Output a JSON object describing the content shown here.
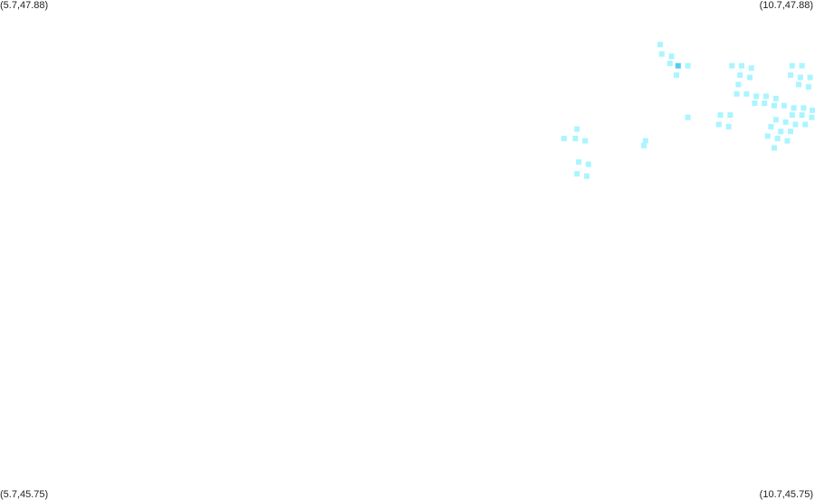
{
  "map": {
    "corner_labels": {
      "top_left": "(5.7,47.88)",
      "top_right": "(10.7,47.88)",
      "bottom_left": "(5.7,45.75)",
      "bottom_right": "(10.7,45.75)"
    },
    "bounds": {
      "lon_min": 5.7,
      "lon_max": 10.7,
      "lat_min": 45.75,
      "lat_max": 47.88
    },
    "colors": {
      "point": "#aaf5ff",
      "highlight": "#55ccee",
      "background": "#ffffff"
    },
    "points": [
      {
        "lon": 9.75,
        "lat": 47.69
      },
      {
        "lon": 9.76,
        "lat": 47.65
      },
      {
        "lon": 9.82,
        "lat": 47.64
      },
      {
        "lon": 9.81,
        "lat": 47.61
      },
      {
        "lon": 9.86,
        "lat": 47.6,
        "highlight": true
      },
      {
        "lon": 9.92,
        "lat": 47.6
      },
      {
        "lon": 9.85,
        "lat": 47.56
      },
      {
        "lon": 10.19,
        "lat": 47.6
      },
      {
        "lon": 10.25,
        "lat": 47.6
      },
      {
        "lon": 10.31,
        "lat": 47.59
      },
      {
        "lon": 10.24,
        "lat": 47.56
      },
      {
        "lon": 10.3,
        "lat": 47.55
      },
      {
        "lon": 10.23,
        "lat": 47.52
      },
      {
        "lon": 10.22,
        "lat": 47.48
      },
      {
        "lon": 10.28,
        "lat": 47.48
      },
      {
        "lon": 10.34,
        "lat": 47.47
      },
      {
        "lon": 10.4,
        "lat": 47.47
      },
      {
        "lon": 10.46,
        "lat": 47.46
      },
      {
        "lon": 10.33,
        "lat": 47.44
      },
      {
        "lon": 10.39,
        "lat": 47.44
      },
      {
        "lon": 10.45,
        "lat": 47.43
      },
      {
        "lon": 10.51,
        "lat": 47.43
      },
      {
        "lon": 10.57,
        "lat": 47.42
      },
      {
        "lon": 10.63,
        "lat": 47.42
      },
      {
        "lon": 10.69,
        "lat": 47.41
      },
      {
        "lon": 10.56,
        "lat": 47.6
      },
      {
        "lon": 10.62,
        "lat": 47.6
      },
      {
        "lon": 10.55,
        "lat": 47.56
      },
      {
        "lon": 10.61,
        "lat": 47.55
      },
      {
        "lon": 10.67,
        "lat": 47.55
      },
      {
        "lon": 10.6,
        "lat": 47.52
      },
      {
        "lon": 10.66,
        "lat": 47.51
      },
      {
        "lon": 10.56,
        "lat": 47.39
      },
      {
        "lon": 10.62,
        "lat": 47.39
      },
      {
        "lon": 10.68,
        "lat": 47.38
      },
      {
        "lon": 10.46,
        "lat": 47.37
      },
      {
        "lon": 10.52,
        "lat": 47.36
      },
      {
        "lon": 10.58,
        "lat": 47.35
      },
      {
        "lon": 10.64,
        "lat": 47.35
      },
      {
        "lon": 10.43,
        "lat": 47.34
      },
      {
        "lon": 10.49,
        "lat": 47.32
      },
      {
        "lon": 10.55,
        "lat": 47.32
      },
      {
        "lon": 10.41,
        "lat": 47.3
      },
      {
        "lon": 10.47,
        "lat": 47.29
      },
      {
        "lon": 10.53,
        "lat": 47.28
      },
      {
        "lon": 10.45,
        "lat": 47.25
      },
      {
        "lon": 10.12,
        "lat": 47.39
      },
      {
        "lon": 10.18,
        "lat": 47.39
      },
      {
        "lon": 10.11,
        "lat": 47.35
      },
      {
        "lon": 10.17,
        "lat": 47.34
      },
      {
        "lon": 9.92,
        "lat": 47.38
      },
      {
        "lon": 9.66,
        "lat": 47.28
      },
      {
        "lon": 9.65,
        "lat": 47.26
      },
      {
        "lon": 9.24,
        "lat": 47.33
      },
      {
        "lon": 9.16,
        "lat": 47.29
      },
      {
        "lon": 9.23,
        "lat": 47.29
      },
      {
        "lon": 9.29,
        "lat": 47.28
      },
      {
        "lon": 9.25,
        "lat": 47.19
      },
      {
        "lon": 9.31,
        "lat": 47.18
      },
      {
        "lon": 9.24,
        "lat": 47.14
      },
      {
        "lon": 9.3,
        "lat": 47.13
      }
    ]
  }
}
